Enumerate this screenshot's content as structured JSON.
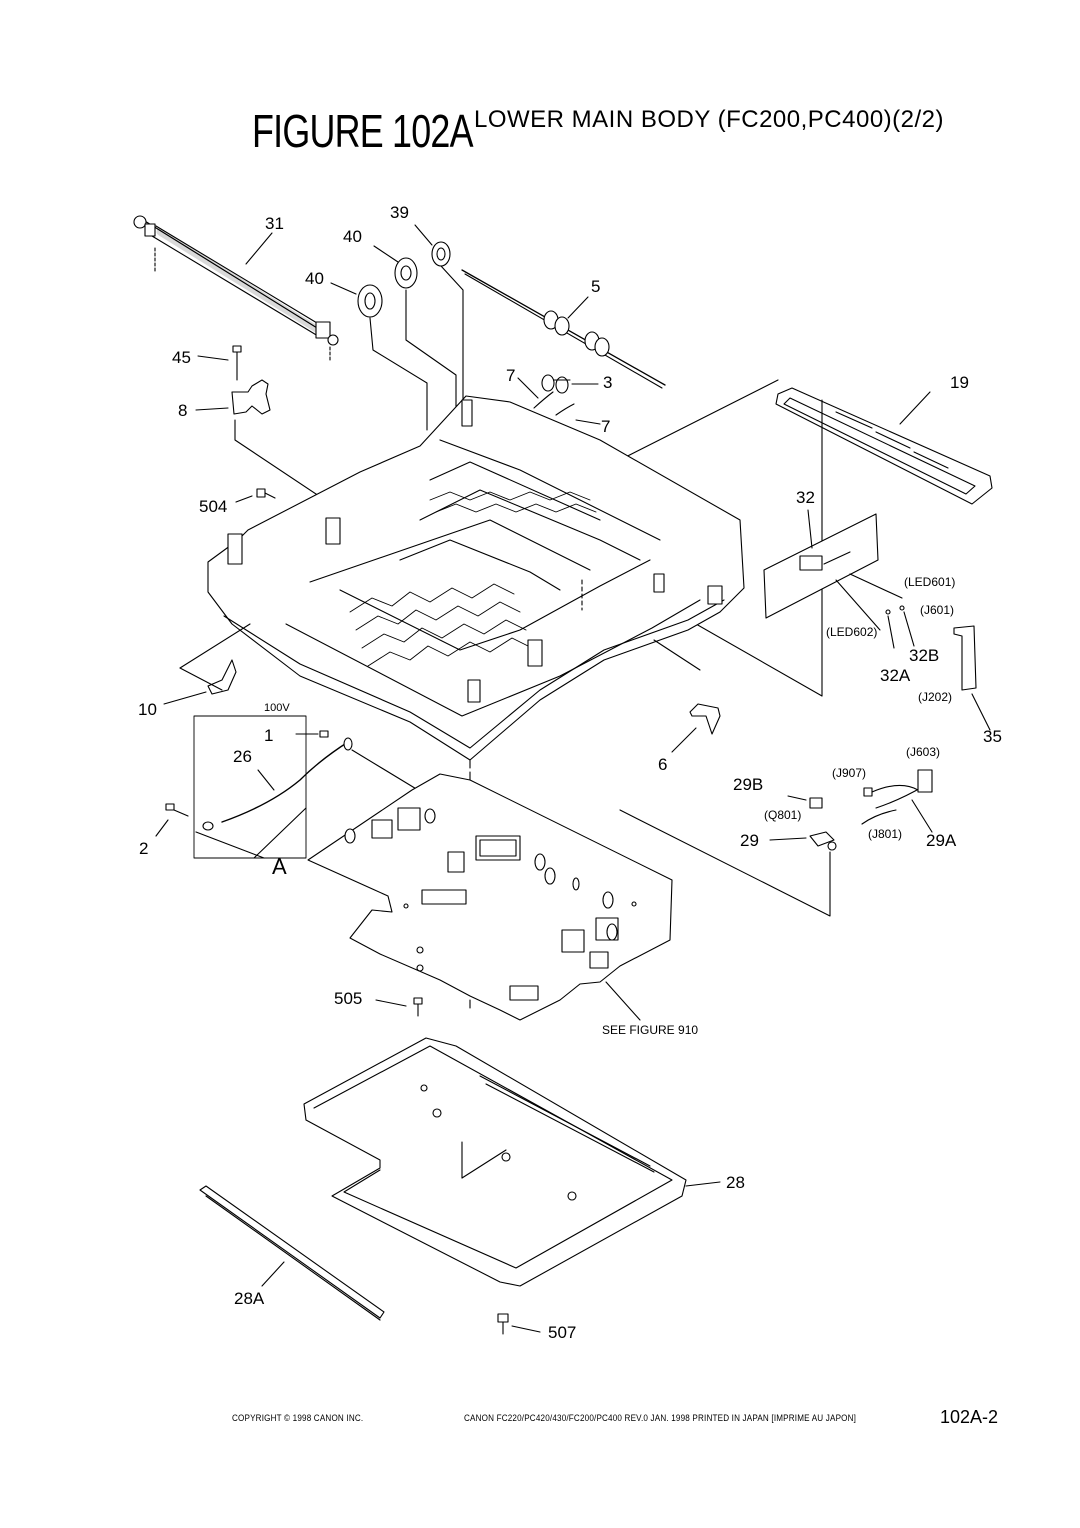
{
  "header": {
    "figure_label": "FIGURE 102A",
    "subtitle": "LOWER MAIN BODY (FC200,PC400)(2/2)"
  },
  "callouts": {
    "c31": "31",
    "c39": "39",
    "c40a": "40",
    "c40b": "40",
    "c5": "5",
    "c45": "45",
    "c7a": "7",
    "c3": "3",
    "c19": "19",
    "c8": "8",
    "c7b": "7",
    "c504": "504",
    "c32": "32",
    "c10": "10",
    "c32b": "32B",
    "c32a": "32A",
    "c35": "35",
    "c1": "1",
    "c26": "26",
    "c6": "6",
    "c29b": "29B",
    "c29": "29",
    "c29a": "29A",
    "c2": "2",
    "cA": "A",
    "c505": "505",
    "c28": "28",
    "c28a": "28A",
    "c507": "507"
  },
  "connectors": {
    "led601": "(LED601)",
    "j601": "(J601)",
    "led602": "(LED602)",
    "j202": "(J202)",
    "j603": "(J603)",
    "j907": "(J907)",
    "q801": "(Q801)",
    "j801": "(J801)",
    "v100": "100V"
  },
  "notes": {
    "see_figure": "SEE FIGURE 910"
  },
  "footer": {
    "copyright": "COPYRIGHT © 1998 CANON INC.",
    "model_line": "CANON FC220/PC420/430/FC200/PC400 REV.0 JAN. 1998 PRINTED IN JAPAN [IMPRIME AU JAPON]",
    "page_number": "102A-2"
  }
}
